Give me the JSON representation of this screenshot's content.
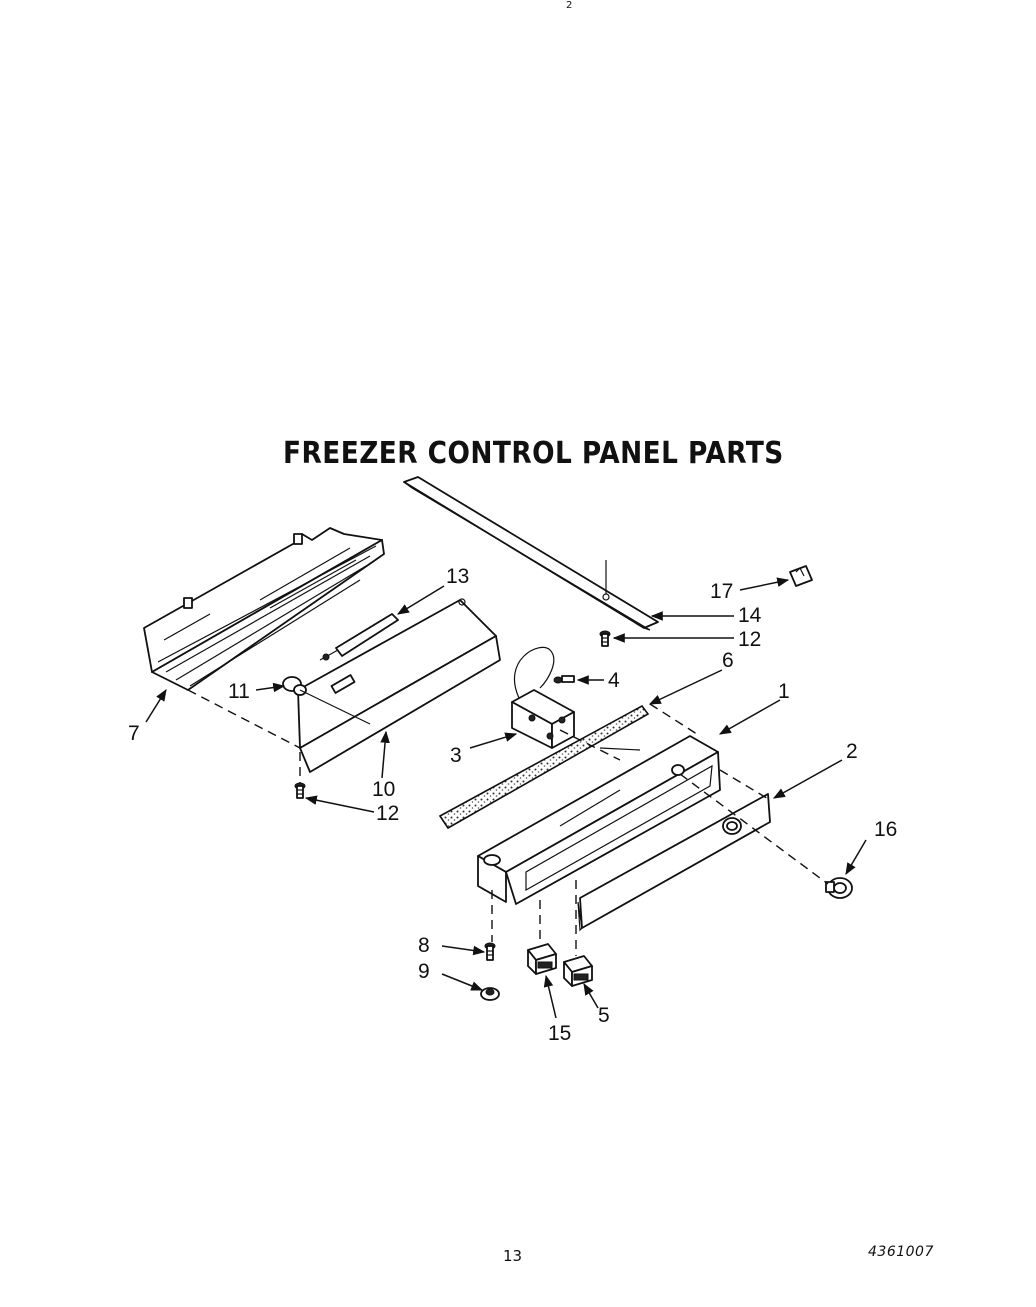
{
  "title": "FREEZER CONTROL PANEL PARTS",
  "page_number": "13",
  "doc_code": "4361007",
  "top_mark": "2",
  "callouts": {
    "c1": "1",
    "c2": "2",
    "c3": "3",
    "c4": "4",
    "c5": "5",
    "c6": "6",
    "c7": "7",
    "c8": "8",
    "c9": "9",
    "c10": "10",
    "c11": "11",
    "c12a": "12",
    "c12b": "12",
    "c13": "13",
    "c14": "14",
    "c15": "15",
    "c16": "16",
    "c17": "17"
  }
}
